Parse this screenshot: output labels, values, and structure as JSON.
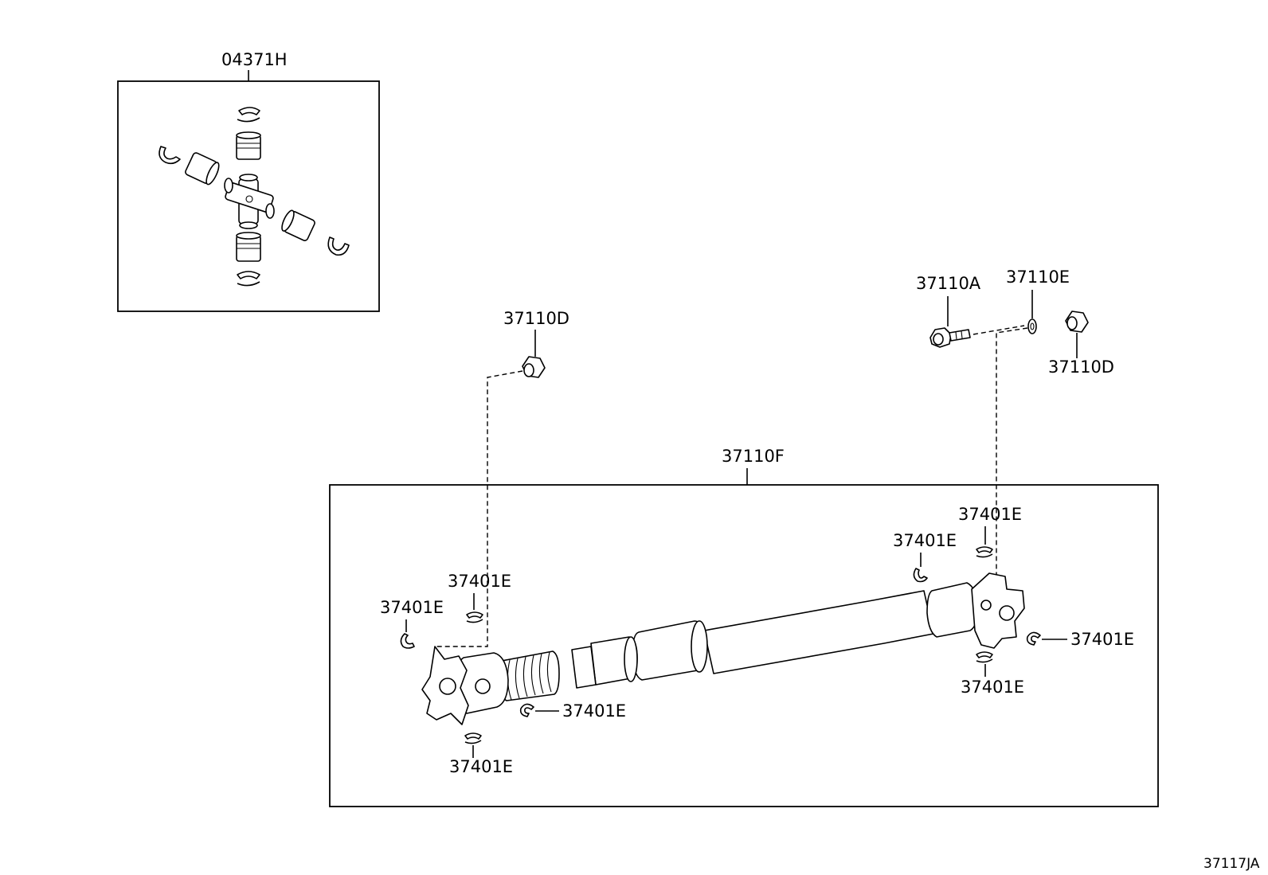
{
  "labels": {
    "kit": "04371H",
    "shaft_assembly": "37110F",
    "bolt": "37110A",
    "washer": "37110E",
    "nut_left": "37110D",
    "nut_right": "37110D",
    "snap_ring": "37401E"
  },
  "reference_code": "37117JA"
}
